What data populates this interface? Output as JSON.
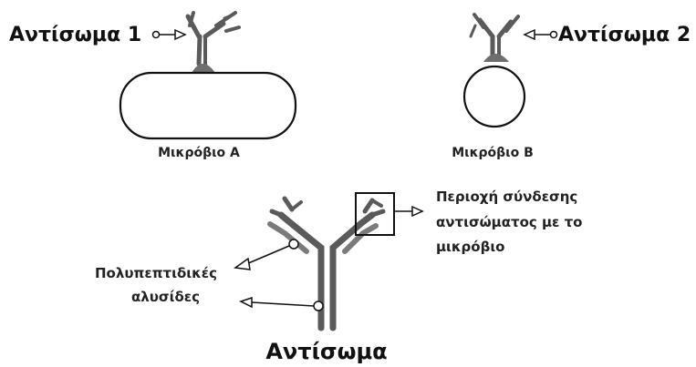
{
  "labels": {
    "antibody_1": "Αντίσωμα 1",
    "antibody_2": "Αντίσωμα 2",
    "microbe_a": "Μικρόβιο Α",
    "microbe_b": "Μικρόβιο Β",
    "binding_region_line1": "Περιοχή σύνδεσης",
    "binding_region_line2": "αντισώματος με το",
    "binding_region_line3": "μικρόβιο",
    "polypeptide_line1": "Πολυπεπτιδικές",
    "polypeptide_line2": "αλυσίδες",
    "antibody_title": "Αντίσωμα"
  },
  "colors": {
    "stroke": "#111111",
    "chain_dark": "#5a5a5a",
    "chain_light": "#9a9a9a",
    "attachment": "#6e6e6e"
  }
}
